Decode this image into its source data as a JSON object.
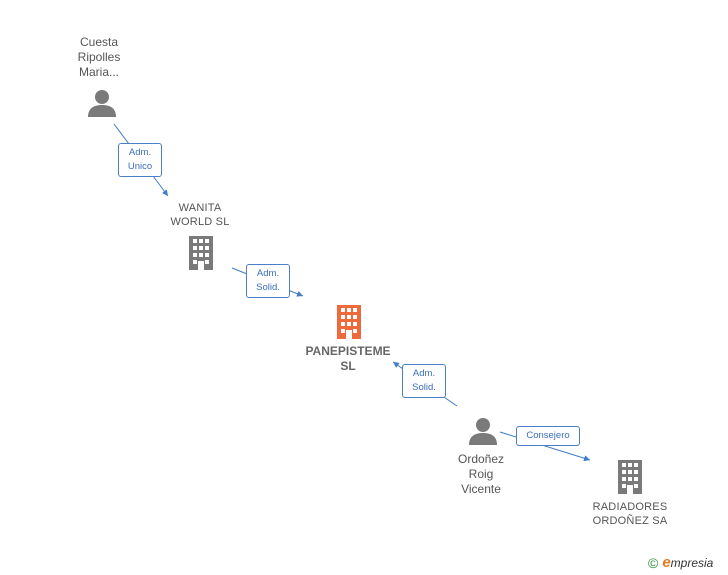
{
  "colors": {
    "edge": "#3f7cc9",
    "person": "#7a7a7a",
    "company": "#7a7a7a",
    "focus": "#ef6a3a"
  },
  "nodes": {
    "cuesta": {
      "label": "Cuesta\nRipolles\nMaria...",
      "kind": "person"
    },
    "wanita": {
      "label": "WANITA\nWORLD  SL",
      "kind": "company"
    },
    "panepisteme": {
      "label": "PANEPISTEME\nSL",
      "kind": "company-focus"
    },
    "ordonez": {
      "label": "Ordoñez\nRoig\nVicente",
      "kind": "person"
    },
    "radiadores": {
      "label": "RADIADORES\nORDOÑEZ SA",
      "kind": "company"
    }
  },
  "edges": {
    "e1": {
      "label": "Adm.\nUnico"
    },
    "e2": {
      "label": "Adm.\nSolid."
    },
    "e3": {
      "label": "Adm.\nSolid."
    },
    "e4": {
      "label": "Consejero"
    }
  },
  "watermark": {
    "copyright_symbol": "©",
    "brand_initial": "e",
    "brand_rest": "mpresia"
  }
}
